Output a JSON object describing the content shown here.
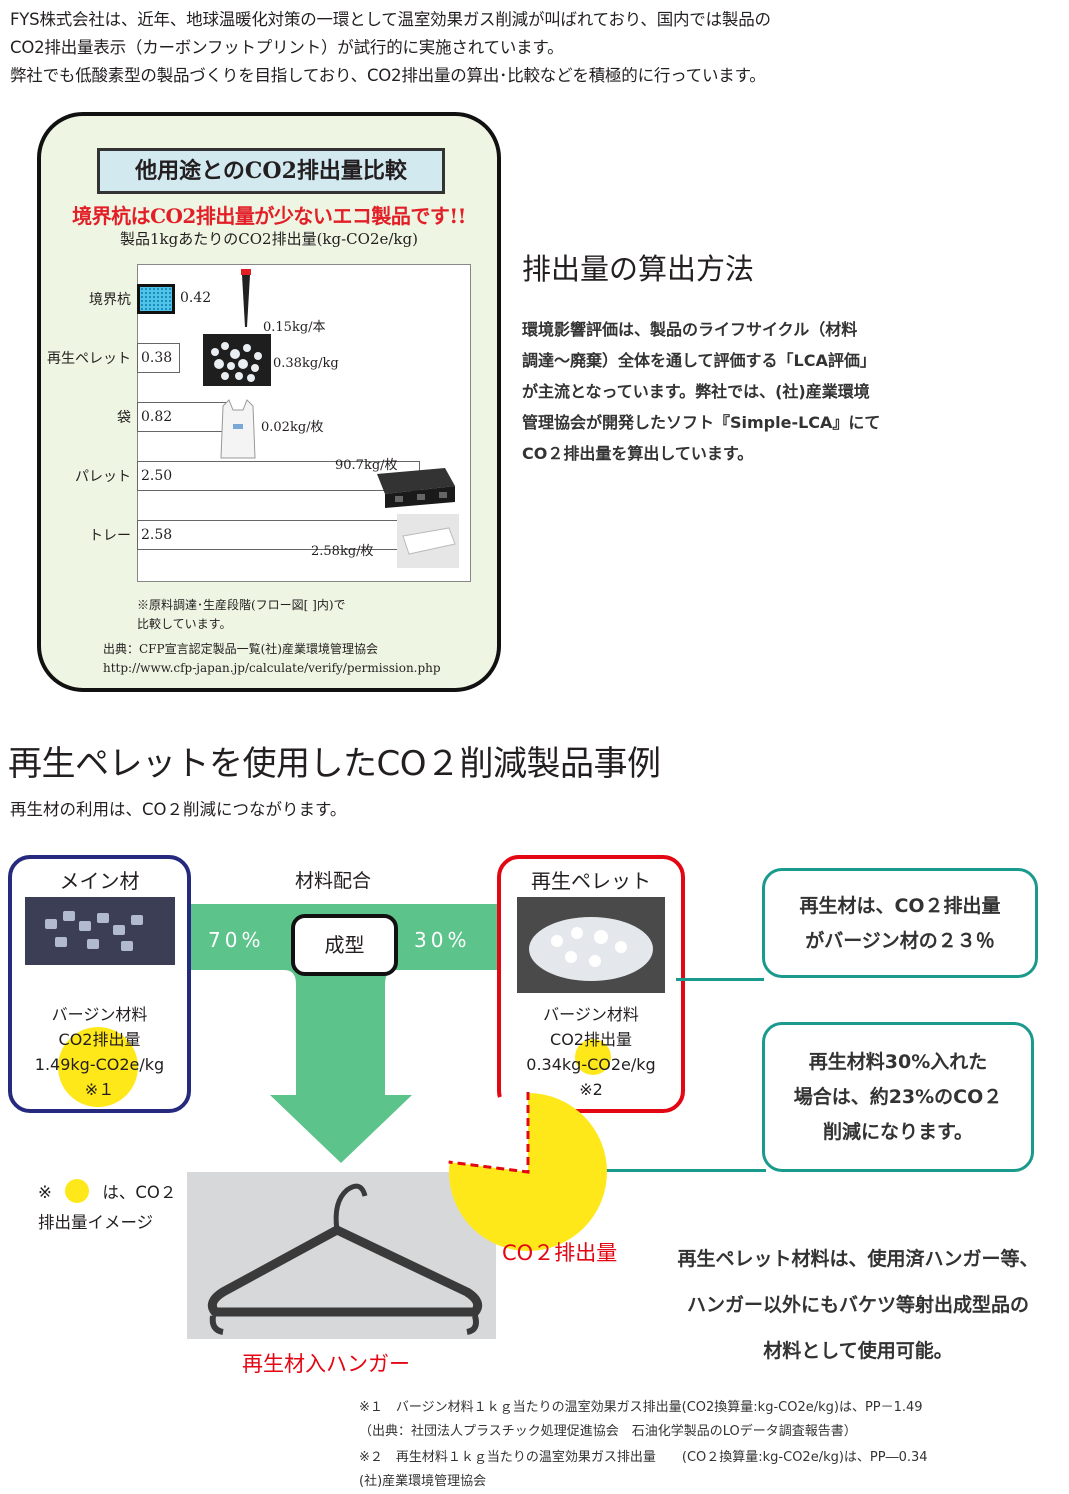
{
  "intro": [
    "FYS株式会社は、近年、地球温暖化対策の一環として温室効果ガス削減が叫ばれており、国内では製品の",
    "CO2排出量表示（カーボンフットプリント）が試行的に実施されています。",
    "弊社でも低酸素型の製品づくりを目指しており、CO2排出量の算出･比較などを積極的に行っています。"
  ],
  "comparison": {
    "title": "他用途とのCO2排出量比較",
    "catch": "境界杭はCO2排出量が少ないエコ製品です!!",
    "unit": "製品1kgあたりのCO2排出量(kg-CO2e/kg)",
    "note_lines": [
      "※原料調達･生産段階(フロー図[ ]内)で",
      "比較しています。"
    ],
    "source_lines": [
      "出典：CFP宣言認定製品一覧(社)産業環境管理協会",
      "http://www.cfp-japan.jp/calculate/verify/permission.php"
    ]
  },
  "chart_data": {
    "type": "bar",
    "orientation": "horizontal",
    "title": "製品1kgあたりのCO2排出量(kg-CO2e/kg)",
    "categories": [
      "境界杭",
      "再生ペレット",
      "袋",
      "パレット",
      "トレー"
    ],
    "values": [
      0.42,
      0.38,
      0.82,
      2.5,
      2.58
    ],
    "value_labels": [
      "0.42",
      "0.38",
      "0.82",
      "2.50",
      "2.58"
    ],
    "per_product": [
      "0.15kg/本",
      "0.38kg/kg",
      "0.02kg/枚",
      "90.7kg/枚",
      "2.58kg/枚"
    ],
    "xlim": [
      0,
      2.95
    ],
    "highlight_color": "#4fc3e8",
    "bar_color": "#ffffff"
  },
  "method": {
    "title": "排出量の算出方法",
    "lines": [
      "環境影響評価は、製品のライフサイクル（材料",
      "調達～廃棄）全体を通して評価する「LCA評価」",
      "が主流となっています。弊社では、(社)産業環境",
      "管理協会が開発したソフト『Simple-LCA』にて",
      "CO２排出量を算出しています。"
    ]
  },
  "section": {
    "title": "再生ペレットを使用したCO２削減製品事例",
    "subtitle": "再生材の利用は、CO２削減につながります。"
  },
  "diagram": {
    "main_title": "メイン材",
    "main_lines": [
      "バージン材料",
      "CO2排出量",
      "1.49kg-CO2e/kg",
      "※１"
    ],
    "mix_label": "材料配合",
    "pct_left": "70%",
    "pct_right": "30%",
    "molding": "成型",
    "pellet_title": "再生ペレット",
    "pellet_lines": [
      "バージン材料",
      "CO2排出量",
      "0.34kg-CO2e/kg",
      "※2"
    ],
    "callout1": [
      "再生材は、CO２排出量",
      "がバージン材の２３％"
    ],
    "callout2": [
      "再生材料30%入れた",
      "場合は、約23%のCO２",
      "削減になります。"
    ],
    "legend_prefix": "※",
    "legend_suffix": "は、CO２",
    "legend_line2": "排出量イメージ",
    "pie_label": "CO２排出量",
    "hanger_label": "再生材入ハンガー",
    "bottom_lines": [
      "再生ペレット材料は、使用済ハンガー等、",
      "ハンガー以外にもバケツ等射出成型品の",
      "材料として使用可能。"
    ],
    "reduction_fraction": 0.23,
    "colors": {
      "arrow": "#5cc48a",
      "yellow": "#ffe81a",
      "teal": "#1a9a8c",
      "navy": "#262a7e",
      "red": "#e30613"
    }
  },
  "footnotes": [
    "※１　バージン材料１ｋｇ当たりの温室効果ガス排出量(CO2換算量:kg-CO2e/kg)は、PP－1.49",
    "（出典：社団法人プラスチック処理促進協会　石油化学製品のLOデータ調査報告書）",
    "※２　再生材料１ｋｇ当たりの温室効果ガス排出量　　(CO２換算量:kg-CO2e/kg)は、PP―0.34",
    "(社)産業環境管理協会"
  ]
}
